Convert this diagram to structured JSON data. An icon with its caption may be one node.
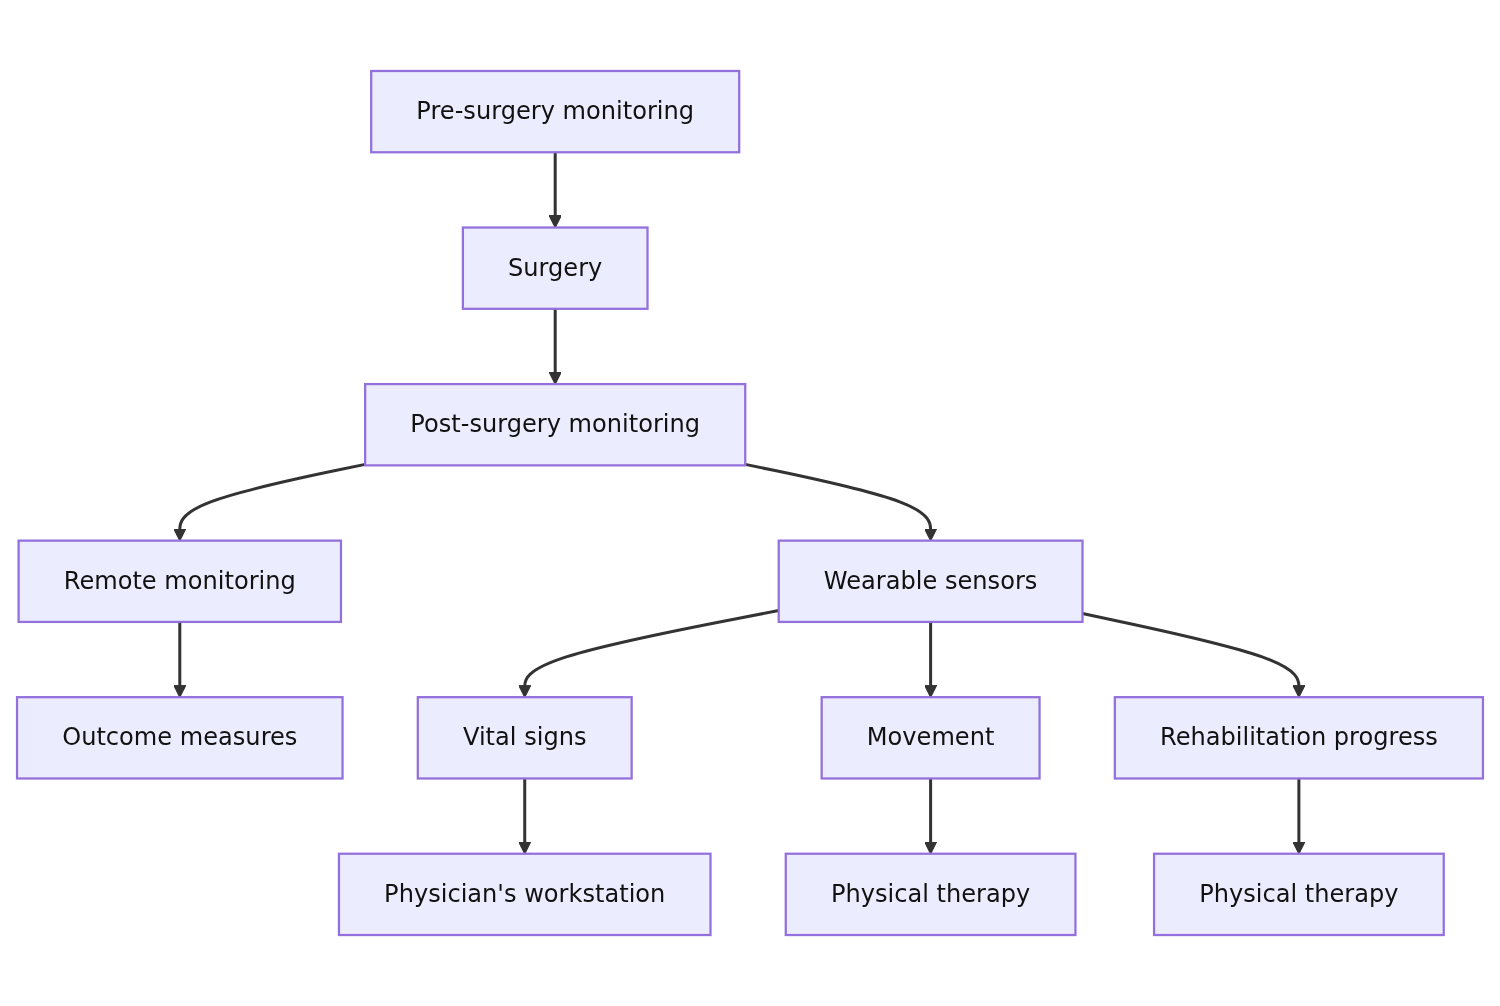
{
  "diagram": {
    "nodes": [
      {
        "text": [
          "Pre-surgery monitoring"
        ]
      },
      {
        "text": [
          "Surgery"
        ]
      },
      {
        "text": [
          "Post-surgery monitoring"
        ]
      },
      {
        "text": [
          "Remote monitoring"
        ]
      },
      {
        "text": [
          "Wearable sensors"
        ]
      },
      {
        "text": [
          "Outcome measures"
        ]
      },
      {
        "text": [
          "Vital signs"
        ]
      },
      {
        "text": [
          "Movement"
        ]
      },
      {
        "text": [
          "Rehabilitation progress"
        ]
      },
      {
        "text": [
          "Physician's workstation"
        ]
      },
      {
        "text": [
          "Physical therapy"
        ]
      },
      {
        "text": [
          "Physical therapy"
        ]
      }
    ],
    "edges": [
      {
        "from": 0,
        "to": 1,
        "arrow": "to"
      },
      {
        "from": 1,
        "to": 2,
        "arrow": "to"
      },
      {
        "from": 2,
        "to": 3,
        "arrow": "to"
      },
      {
        "from": 2,
        "to": 4,
        "arrow": "to"
      },
      {
        "from": 3,
        "to": 5,
        "arrow": "to"
      },
      {
        "from": 4,
        "to": 6,
        "arrow": "to"
      },
      {
        "from": 4,
        "to": 7,
        "arrow": "to"
      },
      {
        "from": 4,
        "to": 8,
        "arrow": "to"
      },
      {
        "from": 6,
        "to": 9,
        "arrow": "to"
      },
      {
        "from": 7,
        "to": 10,
        "arrow": "to"
      },
      {
        "from": 8,
        "to": 11,
        "arrow": "to"
      }
    ]
  }
}
